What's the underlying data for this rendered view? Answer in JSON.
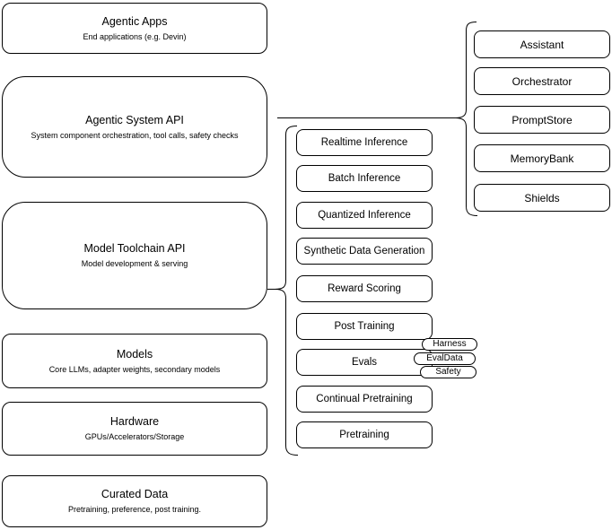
{
  "left_column": [
    {
      "title": "Agentic Apps",
      "subtitle": "End applications (e.g. Devin)"
    },
    {
      "title": "Agentic System API",
      "subtitle": "System component orchestration, tool calls, safety checks"
    },
    {
      "title": "Model Toolchain API",
      "subtitle": "Model development & serving"
    },
    {
      "title": "Models",
      "subtitle": "Core LLMs, adapter weights, secondary models"
    },
    {
      "title": "Hardware",
      "subtitle": "GPUs/Accelerators/Storage"
    },
    {
      "title": "Curated Data",
      "subtitle": "Pretraining, preference, post training."
    }
  ],
  "toolchain_services": [
    "Realtime Inference",
    "Batch Inference",
    "Quantized Inference",
    "Synthetic Data Generation",
    "Reward Scoring",
    "Post Training",
    "Evals",
    "Continual Pretraining",
    "Pretraining"
  ],
  "eval_components": [
    "Harness",
    "EvalData",
    "Safety"
  ],
  "agentic_components": [
    "Assistant",
    "Orchestrator",
    "PromptStore",
    "MemoryBank",
    "Shields"
  ],
  "colors": {
    "stroke": "#000000",
    "fill": "#ffffff",
    "text": "#000000",
    "background": "#ffffff"
  }
}
